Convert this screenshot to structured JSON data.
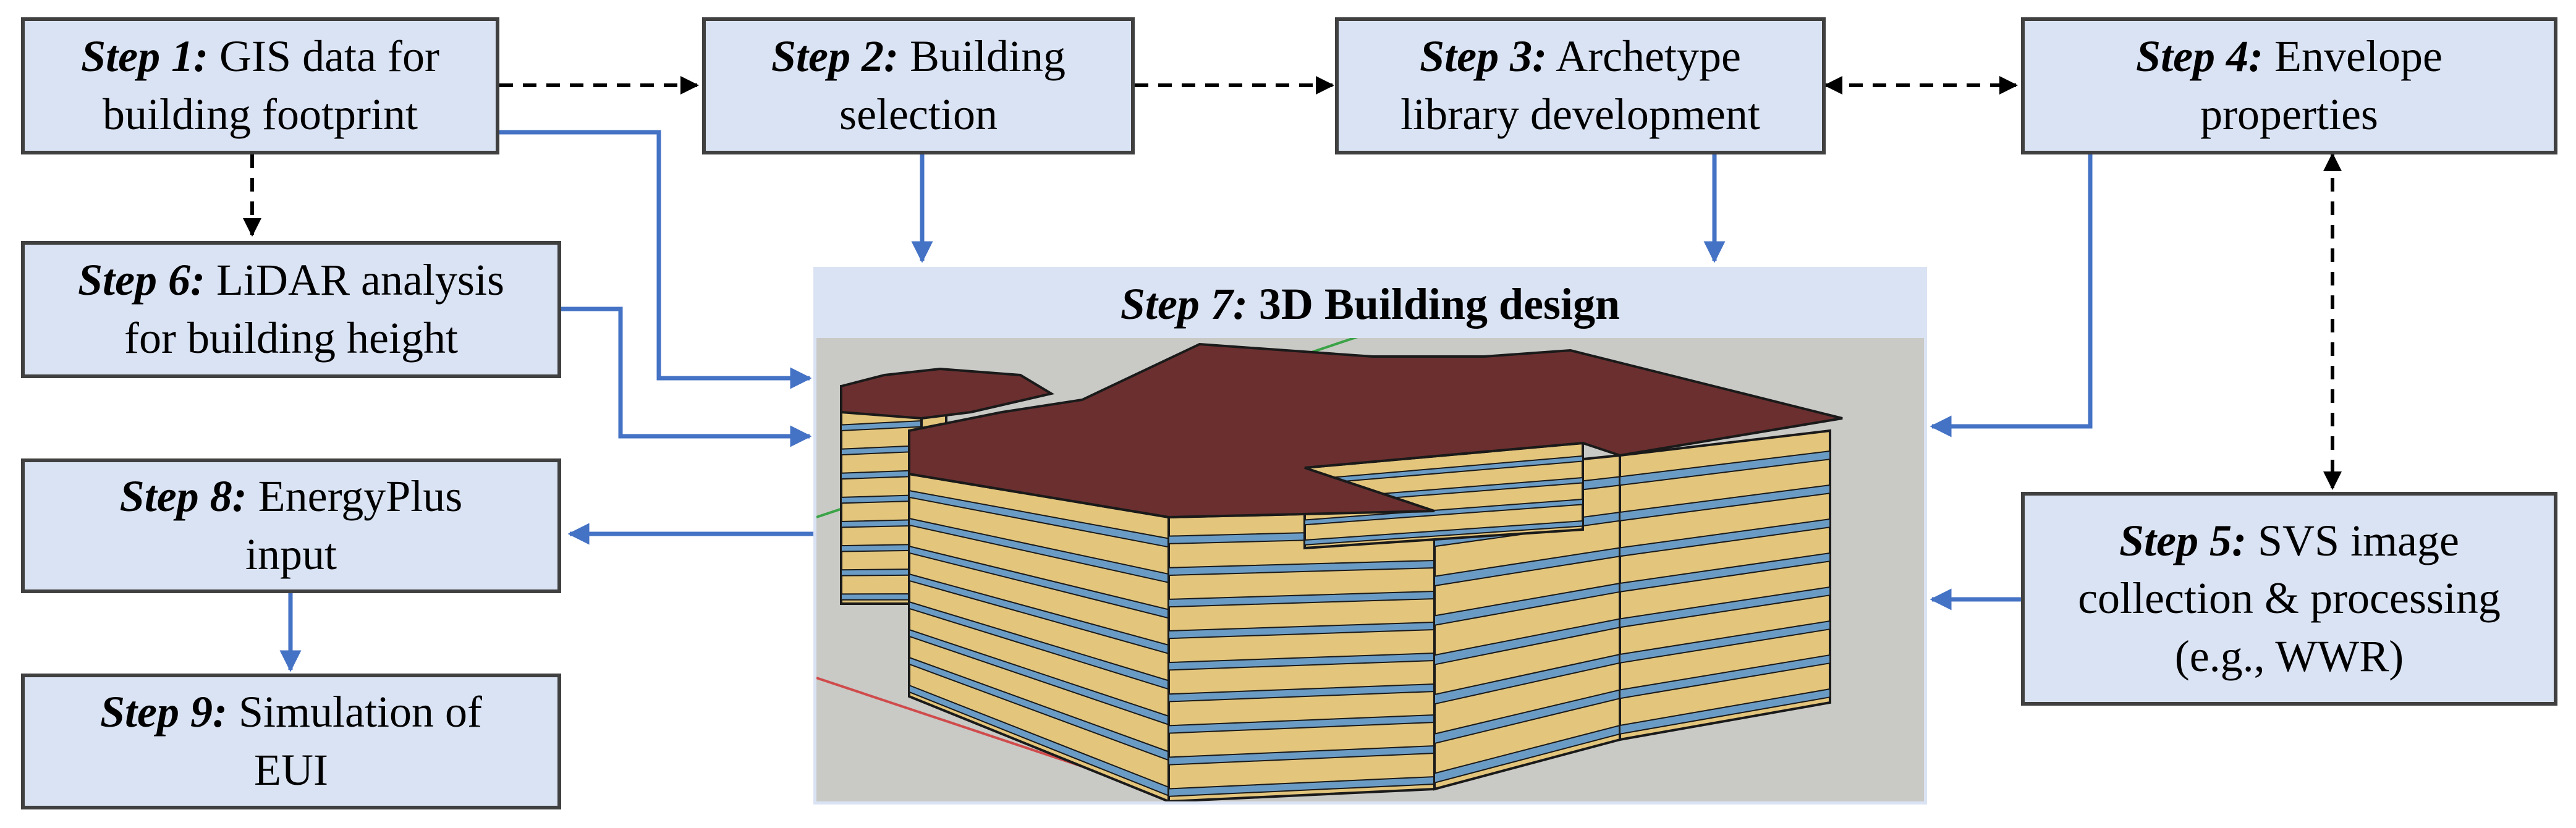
{
  "steps": [
    {
      "id": "step1",
      "label": "Step 1:",
      "lines": [
        "GIS data for",
        "building footprint"
      ]
    },
    {
      "id": "step2",
      "label": "Step 2:",
      "lines": [
        "Building",
        "selection"
      ]
    },
    {
      "id": "step3",
      "label": "Step 3:",
      "lines": [
        "Archetype",
        "library development"
      ]
    },
    {
      "id": "step4",
      "label": "Step 4:",
      "lines": [
        "Envelope",
        "properties"
      ]
    },
    {
      "id": "step5",
      "label": "Step 5:",
      "lines": [
        "SVS image",
        "collection & processing",
        "(e.g., WWR)"
      ]
    },
    {
      "id": "step6",
      "label": "Step 6:",
      "lines": [
        "LiDAR analysis",
        "for building height"
      ]
    },
    {
      "id": "step7",
      "label": "Step 7:",
      "title": "3D Building design"
    },
    {
      "id": "step8",
      "label": "Step 8:",
      "lines": [
        "EnergyPlus",
        "input"
      ]
    },
    {
      "id": "step9",
      "label": "Step 9:",
      "lines": [
        "Simulation of",
        "EUI"
      ]
    }
  ],
  "colors": {
    "box_fill": "#dae3f3",
    "box_border": "#404040",
    "solid_arrow": "#4472c4",
    "dashed_arrow": "#000000",
    "roof": "#6b2f2f",
    "wall": "#e3c57c",
    "window_band": "#6a9bc4",
    "ground": "#c9c9c6",
    "axis_green": "#3aa346",
    "axis_red": "#d04b4b"
  },
  "connections": [
    {
      "from": "step1",
      "to": "step2",
      "style": "dashed",
      "direction": "forward"
    },
    {
      "from": "step2",
      "to": "step3",
      "style": "dashed",
      "direction": "forward"
    },
    {
      "from": "step3",
      "to": "step4",
      "style": "dashed",
      "direction": "both"
    },
    {
      "from": "step4",
      "to": "step5",
      "style": "dashed",
      "direction": "both"
    },
    {
      "from": "step1",
      "to": "step6",
      "style": "dashed",
      "direction": "forward"
    },
    {
      "from": "step1",
      "to": "step7",
      "style": "solid",
      "direction": "forward"
    },
    {
      "from": "step2",
      "to": "step7",
      "style": "solid",
      "direction": "forward"
    },
    {
      "from": "step3",
      "to": "step7",
      "style": "solid",
      "direction": "forward"
    },
    {
      "from": "step4",
      "to": "step7",
      "style": "solid",
      "direction": "forward"
    },
    {
      "from": "step5",
      "to": "step7",
      "style": "solid",
      "direction": "forward"
    },
    {
      "from": "step6",
      "to": "step7",
      "style": "solid",
      "direction": "forward"
    },
    {
      "from": "step7",
      "to": "step8",
      "style": "solid",
      "direction": "forward"
    },
    {
      "from": "step8",
      "to": "step9",
      "style": "solid",
      "direction": "forward"
    }
  ]
}
